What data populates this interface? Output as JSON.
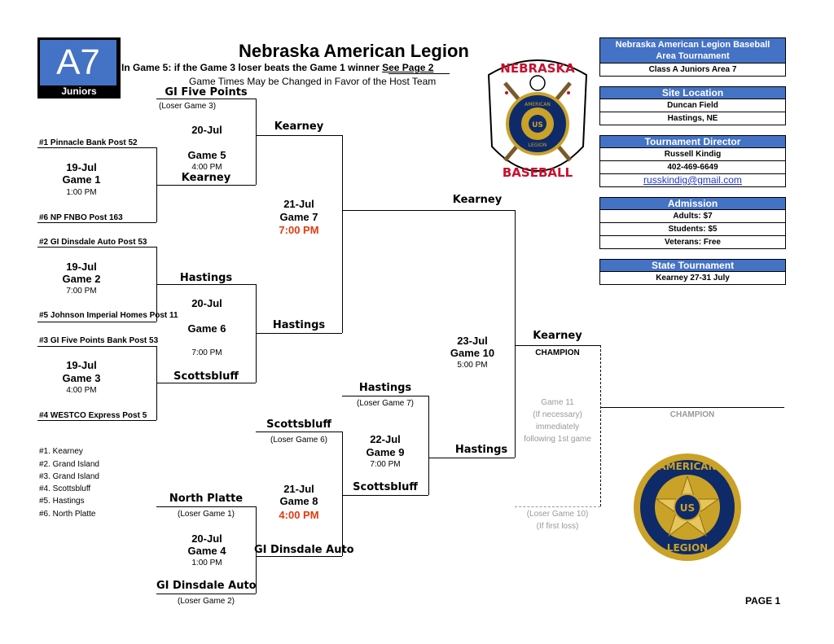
{
  "badge": {
    "code": "A7",
    "label": "Juniors"
  },
  "header": {
    "title": "Nebraska American Legion",
    "note_prefix": "In Game 5: if the Game 3 loser beats the Game 1 winner ",
    "note_link": "See Page 2",
    "subnote": "Game Times May be Changed in Favor of the Host Team"
  },
  "logos": {
    "baseball_top": "NEBRASKA",
    "baseball_mid": "AMERICAN",
    "baseball_mid2": "LEGION",
    "baseball_bottom": "BASEBALL",
    "emblem_top": "AMERICAN",
    "emblem_bottom": "LEGION",
    "emblem_center": "US"
  },
  "info": {
    "title1": "Nebraska American Legion Baseball",
    "title2": "Area Tournament",
    "class": "Class A Juniors Area 7",
    "site_head": "Site Location",
    "site_name": "Duncan Field",
    "site_city": "Hastings, NE",
    "dir_head": "Tournament Director",
    "dir_name": "Russell Kindig",
    "dir_phone": "402-469-6649",
    "dir_email": "russkindig@gmail.com",
    "adm_head": "Admission",
    "adm_adults": "Adults: $7",
    "adm_students": "Students: $5",
    "adm_veterans": "Veterans: Free",
    "state_head": "State Tournament",
    "state_value": "Kearney 27-31 July"
  },
  "seeds_list": [
    "#1. Kearney",
    "#2. Grand Island",
    "#3.  Grand Island",
    "#4.  Scottsbluff",
    "#5. Hastings",
    "#6. North Platte"
  ],
  "bracket": {
    "seed1": "#1  Pinnacle Bank Post 52",
    "seed6": "#6 NP FNBO Post 163",
    "seed2": "#2 GI Dinsdale Auto Post 53",
    "seed5": "#5 Johnson Imperial Homes Post 11",
    "seed3": "#3 GI Five Points Bank Post 53",
    "seed4": "#4 WESTCO Express Post 5",
    "g1": {
      "date": "19-Jul",
      "game": "Game 1",
      "time": "1:00 PM"
    },
    "g2": {
      "date": "19-Jul",
      "game": "Game 2",
      "time": "7:00 PM"
    },
    "g3": {
      "date": "19-Jul",
      "game": "Game 3",
      "time": "4:00 PM"
    },
    "g4": {
      "date": "20-Jul",
      "game": "Game 4",
      "time": "1:00 PM"
    },
    "g5": {
      "date": "20-Jul",
      "game": "Game 5",
      "time": "4:00 PM"
    },
    "g6": {
      "date": "20-Jul",
      "game": "Game 6",
      "time": "7:00 PM"
    },
    "g7": {
      "date": "21-Jul",
      "game": "Game 7",
      "time": "7:00 PM"
    },
    "g8": {
      "date": "21-Jul",
      "game": "Game 8",
      "time": "4:00 PM"
    },
    "g9": {
      "date": "22-Jul",
      "game": "Game 9",
      "time": "7:00 PM"
    },
    "g10": {
      "date": "23-Jul",
      "game": "Game 10",
      "time": "5:00 PM"
    },
    "g11": {
      "game": "Game 11",
      "l1": "(If necessary)",
      "l2": "immediately",
      "l3": "following 1st game"
    },
    "g5_top": "GI Five Points",
    "g5_top_note": "(Loser Game 3)",
    "g1_winner": "Kearney",
    "g5_winner": "Kearney",
    "g2_winner": "Hastings",
    "g3_winner": "Scottsbluff",
    "g6_winner": "Hastings",
    "g7_winner": "Kearney",
    "g8_top": "Scottsbluff",
    "g8_top_note": "(Loser Game 6)",
    "g4_top": "North Platte",
    "g4_top_note": "(Loser Game 1)",
    "g4_bottom": "GI Dinsdale Auto",
    "g4_bottom_note": "(Loser Game 2)",
    "g4_winner": "GI Dinsdale Auto",
    "g8_winner": "Scottsbluff",
    "g9_top": "Hastings",
    "g9_top_note": "(Loser Game 7)",
    "g9_winner": "Hastings",
    "g10_winner": "Kearney",
    "champion_label": "CHAMPION",
    "g11_loser_note": "(Loser Game 10)",
    "g11_loser_note2": "(If first loss)",
    "final_champion": "CHAMPION"
  },
  "footer": {
    "page": "PAGE 1"
  }
}
